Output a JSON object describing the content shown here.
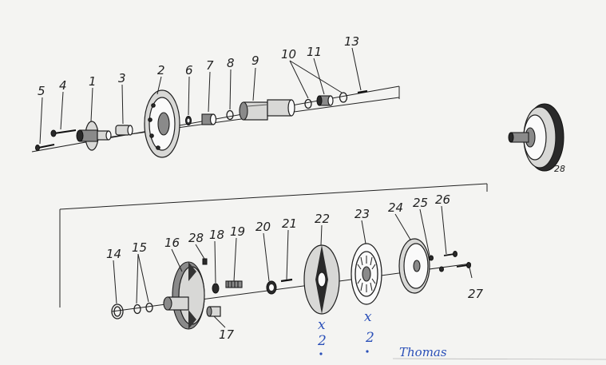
{
  "callouts": {
    "p1": "1",
    "p2": "2",
    "p3": "3",
    "p4": "4",
    "p5": "5",
    "p6": "6",
    "p7": "7",
    "p8": "8",
    "p9": "9",
    "p10": "10",
    "p11": "11",
    "p13": "13",
    "p14": "14",
    "p15": "15",
    "p16": "16",
    "p17": "17",
    "p18": "18",
    "p19": "19",
    "p20": "20",
    "p21": "21",
    "p22": "22",
    "p23": "23",
    "p24": "24",
    "p25": "25",
    "p26": "26",
    "p27": "27",
    "p28a": "28",
    "p28b": "28"
  },
  "handwriting": {
    "note22_x": "x",
    "note22_n": "2",
    "note23_x": "x",
    "note23_n": "2",
    "name": "Thomas"
  },
  "colors": {
    "ink": "#1e1e1e",
    "pen": "#2a4fb8",
    "paper": "#f4f4f2"
  }
}
